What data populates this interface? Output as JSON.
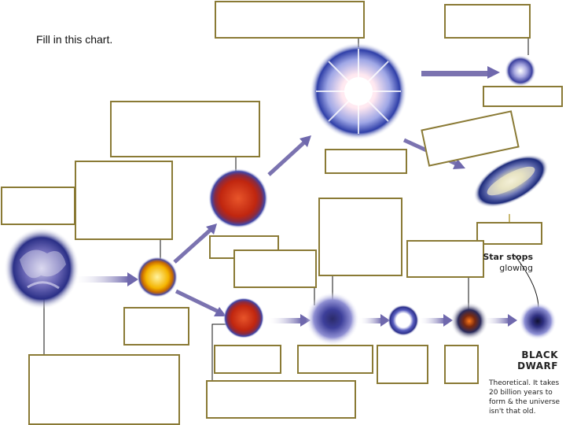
{
  "instruction": "Fill in this chart.",
  "labels": {
    "star_stops_line1": "Star stops",
    "star_stops_line2": "glowing",
    "black_dwarf_line1": "BLACK",
    "black_dwarf_line2": "DWARF",
    "note": "Theoretical. It takes 20 billion years to form & the universe isn't that old."
  },
  "colors": {
    "box_border": "#8a7a35",
    "arrow": "#7b73b0",
    "leader_line": "#111111"
  }
}
